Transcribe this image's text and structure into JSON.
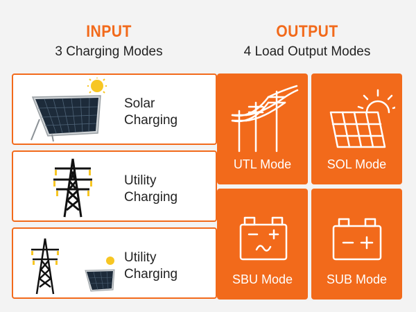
{
  "input": {
    "heading": "INPUT",
    "subheading": "3 Charging Modes",
    "cards": [
      {
        "line1": "Solar",
        "line2": "Charging",
        "icon": "solar-panel-icon"
      },
      {
        "line1": "Utility",
        "line2": "Charging",
        "icon": "power-tower-icon"
      },
      {
        "line1": "Utility",
        "line2": "Charging",
        "icon": "tower-and-solar-panel-icon"
      }
    ]
  },
  "output": {
    "heading": "OUTPUT",
    "subheading": "4 Load Output Modes",
    "modes": [
      {
        "label": "UTL Mode",
        "icon": "power-lines-icon"
      },
      {
        "label": "SOL Mode",
        "icon": "sun-panel-icon"
      },
      {
        "label": "SBU Mode",
        "icon": "battery-ac-icon"
      },
      {
        "label": "SUB Mode",
        "icon": "battery-dc-icon"
      }
    ]
  },
  "colors": {
    "accent": "#f26a1b",
    "background": "#f3f3f3",
    "sun": "#f7c623"
  }
}
